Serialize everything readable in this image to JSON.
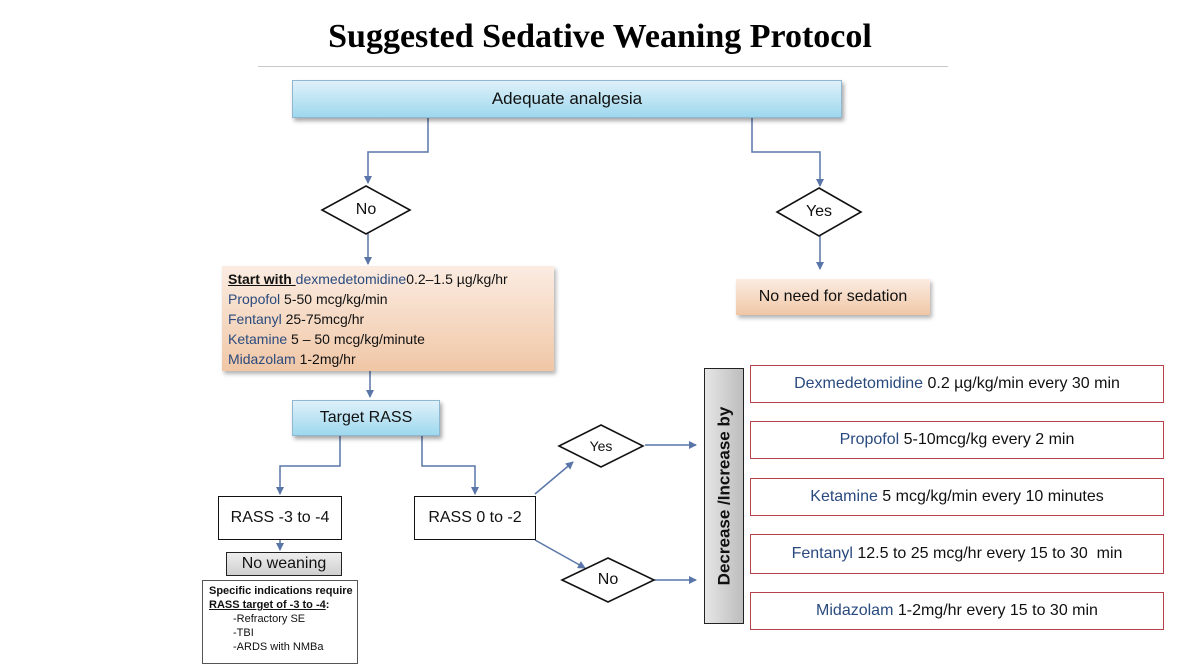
{
  "title": "Suggested Sedative Weaning Protocol",
  "top_box": "Adequate analgesia",
  "decision_no": "No",
  "decision_yes": "Yes",
  "no_need": "No need for sedation",
  "start": {
    "heading": "Start with ",
    "lines": [
      {
        "drug": "dexmedetomidine",
        "dose": "0.2–1.5 µg/kg/hr"
      },
      {
        "drug": "Propofol",
        "dose": " 5-50 mcg/kg/min"
      },
      {
        "drug": "Fentanyl",
        "dose": " 25-75mcg/hr"
      },
      {
        "drug": "Ketamine",
        "dose": " 5 – 50 mcg/kg/minute"
      },
      {
        "drug": "Midazolam",
        "dose": " 1-2mg/hr"
      }
    ]
  },
  "target_rass": "Target RASS",
  "rass_deep": "RASS -3 to -4",
  "rass_light": "RASS 0 to -2",
  "no_weaning": "No weaning",
  "note": {
    "line1": "Specific indications require",
    "line2_prefix": "RASS target of -3 to -4",
    "line2_suffix": ":",
    "items": [
      "-Refractory SE",
      "-TBI",
      "-ARDS with NMBa"
    ]
  },
  "small_yes": "Yes",
  "small_no": "No",
  "side_label": "Decrease /Increase by",
  "titrations": [
    {
      "drug": "Dexmedetomidine",
      "dose": " 0.2 µg/kg/min every 30 min"
    },
    {
      "drug": "Propofol",
      "dose": " 5-10mcg/kg every 2 min"
    },
    {
      "drug": "Ketamine",
      "dose": " 5 mcg/kg/min every 10 minutes"
    },
    {
      "drug": "Fentanyl",
      "dose": " 12.5 to 25 mcg/hr every 15 to 30  min"
    },
    {
      "drug": "Midazolam",
      "dose": " 1-2mg/hr every 15 to 30 min"
    }
  ],
  "colors": {
    "drug_text": "#2a4a7e",
    "connector": "#5a76a8",
    "titration_border": "#b5424a"
  }
}
